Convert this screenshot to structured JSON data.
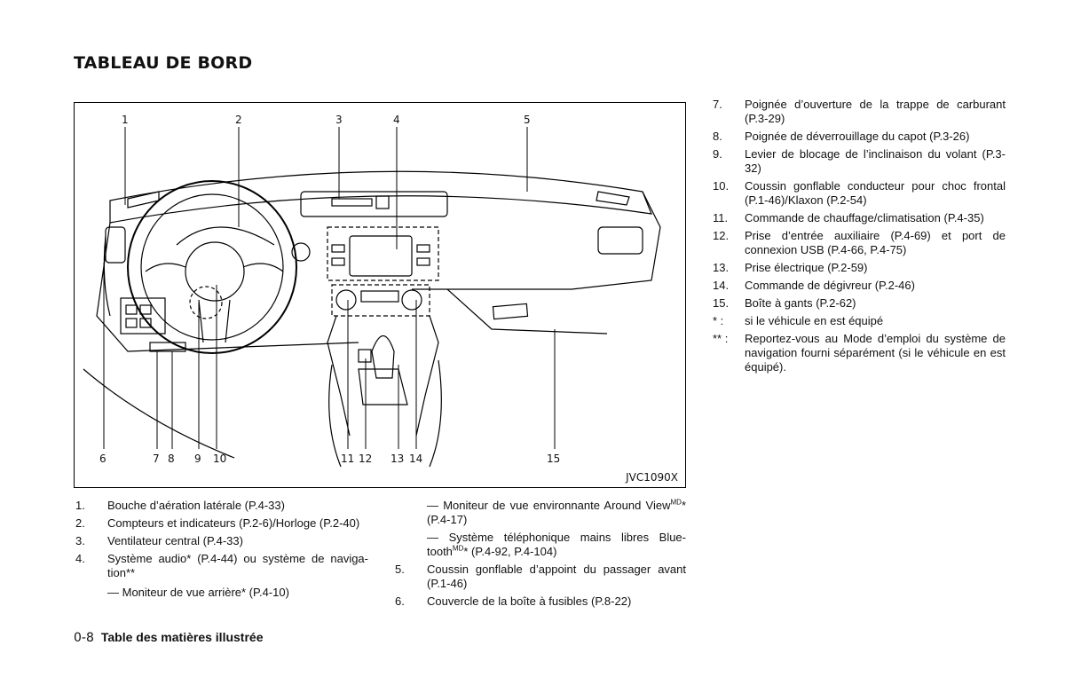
{
  "title": "TABLEAU DE BORD",
  "figure": {
    "code": "JVC1090X",
    "callouts": [
      "1",
      "2",
      "3",
      "4",
      "5",
      "6",
      "7",
      "8",
      "9",
      "10",
      "11",
      "12",
      "13",
      "14",
      "15"
    ]
  },
  "left_items": [
    {
      "num": "1.",
      "text": "Bouche d’aération latérale (P.4-33)"
    },
    {
      "num": "2.",
      "text": "Compteurs et indicateurs (P.2-6)/Horloge (P.2-40)"
    },
    {
      "num": "3.",
      "text": "Ventilateur central (P.4-33)"
    },
    {
      "num": "4.",
      "text": "Système audio* (P.4-44) ou système de naviga- tion**"
    }
  ],
  "sub_items": [
    {
      "pre": "— Moniteur de vue arrière* (P.4-10)",
      "sup": "",
      "post": ""
    },
    {
      "pre": "— Moniteur de vue environnante Around View",
      "sup": "MD",
      "post": "* (P.4-17)"
    },
    {
      "pre": "— Système téléphonique mains libres Blue- tooth",
      "sup": "MD",
      "post": "* (P.4-92, P.4-104)"
    }
  ],
  "mid_items": [
    {
      "num": "5.",
      "text": "Coussin gonflable d’appoint du passager avant (P.1-46)"
    },
    {
      "num": "6.",
      "text": "Couvercle de la boîte à fusibles (P.8-22)"
    }
  ],
  "right_items": [
    {
      "num": "7.",
      "text": "Poignée d’ouverture de la trappe de carburant (P.3-29)"
    },
    {
      "num": "8.",
      "text": "Poignée de déverrouillage du capot (P.3-26)"
    },
    {
      "num": "9.",
      "text": "Levier de blocage de l’inclinaison du volant (P.3-32)"
    },
    {
      "num": "10.",
      "text": "Coussin gonflable conducteur pour choc frontal (P.1-46)/Klaxon (P.2-54)"
    },
    {
      "num": "11.",
      "text": "Commande de chauffage/climatisation (P.4-35)"
    },
    {
      "num": "12.",
      "text": "Prise d’entrée auxiliaire (P.4-69) et port de connexion USB (P.4-66, P.4-75)"
    },
    {
      "num": "13.",
      "text": "Prise électrique (P.2-59)"
    },
    {
      "num": "14.",
      "text": "Commande de dégivreur (P.2-46)"
    },
    {
      "num": "15.",
      "text": "Boîte à gants (P.2-62)"
    },
    {
      "num": "* :",
      "text": "si le véhicule en est équipé"
    },
    {
      "num": "** :",
      "text": "Reportez-vous au Mode d’emploi du système de navigation fourni séparément (si le véhicule en est équipé)."
    }
  ],
  "footer": {
    "page": "0-8",
    "section": "Table des matières illustrée"
  }
}
